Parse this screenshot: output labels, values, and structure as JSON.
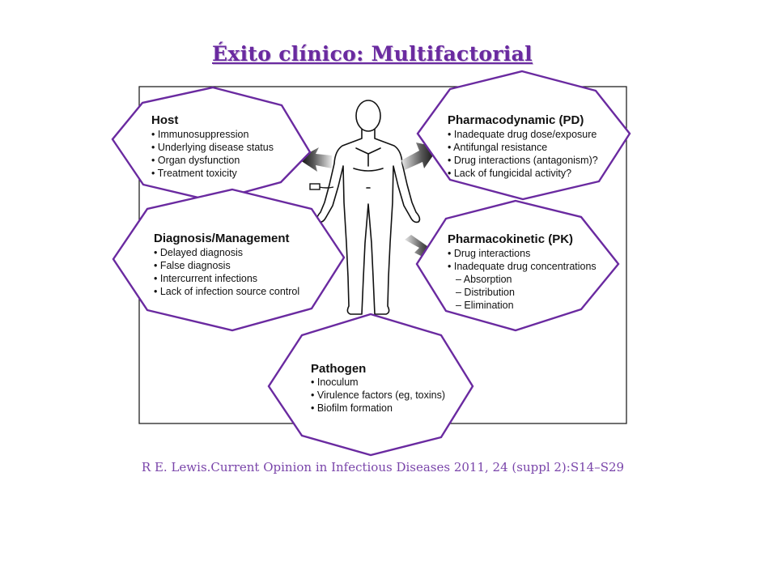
{
  "title": "Éxito clínico: Multifactorial",
  "citation": "R E. Lewis.Current Opinion in Infectious Diseases 2011, 24 (suppl 2):S14–S29",
  "colors": {
    "accent": "#6a2aa0",
    "star_stroke": "#6a2aa0",
    "text": "#111111"
  },
  "boxes": {
    "host": {
      "heading": "Host",
      "items": [
        "• Immunosuppression",
        "• Underlying disease status",
        "• Organ dysfunction",
        "• Treatment toxicity"
      ]
    },
    "pd": {
      "heading": "Pharmacodynamic (PD)",
      "items": [
        "• Inadequate drug dose/exposure",
        "• Antifungal resistance",
        "• Drug interactions (antagonism)?",
        "• Lack of fungicidal activity?"
      ]
    },
    "dx": {
      "heading": "Diagnosis/Management",
      "items": [
        "• Delayed diagnosis",
        "• False diagnosis",
        "• Intercurrent infections",
        "• Lack of infection source control"
      ]
    },
    "pk": {
      "heading": "Pharmacokinetic (PK)",
      "items": [
        "• Drug interactions",
        "• Inadequate drug concentrations",
        "   –   Absorption",
        "   –   Distribution",
        "   –   Elimination"
      ]
    },
    "pathogen": {
      "heading": "Pathogen",
      "items": [
        "• Inoculum",
        "• Virulence factors (eg, toxins)",
        "• Biofilm formation"
      ]
    }
  }
}
